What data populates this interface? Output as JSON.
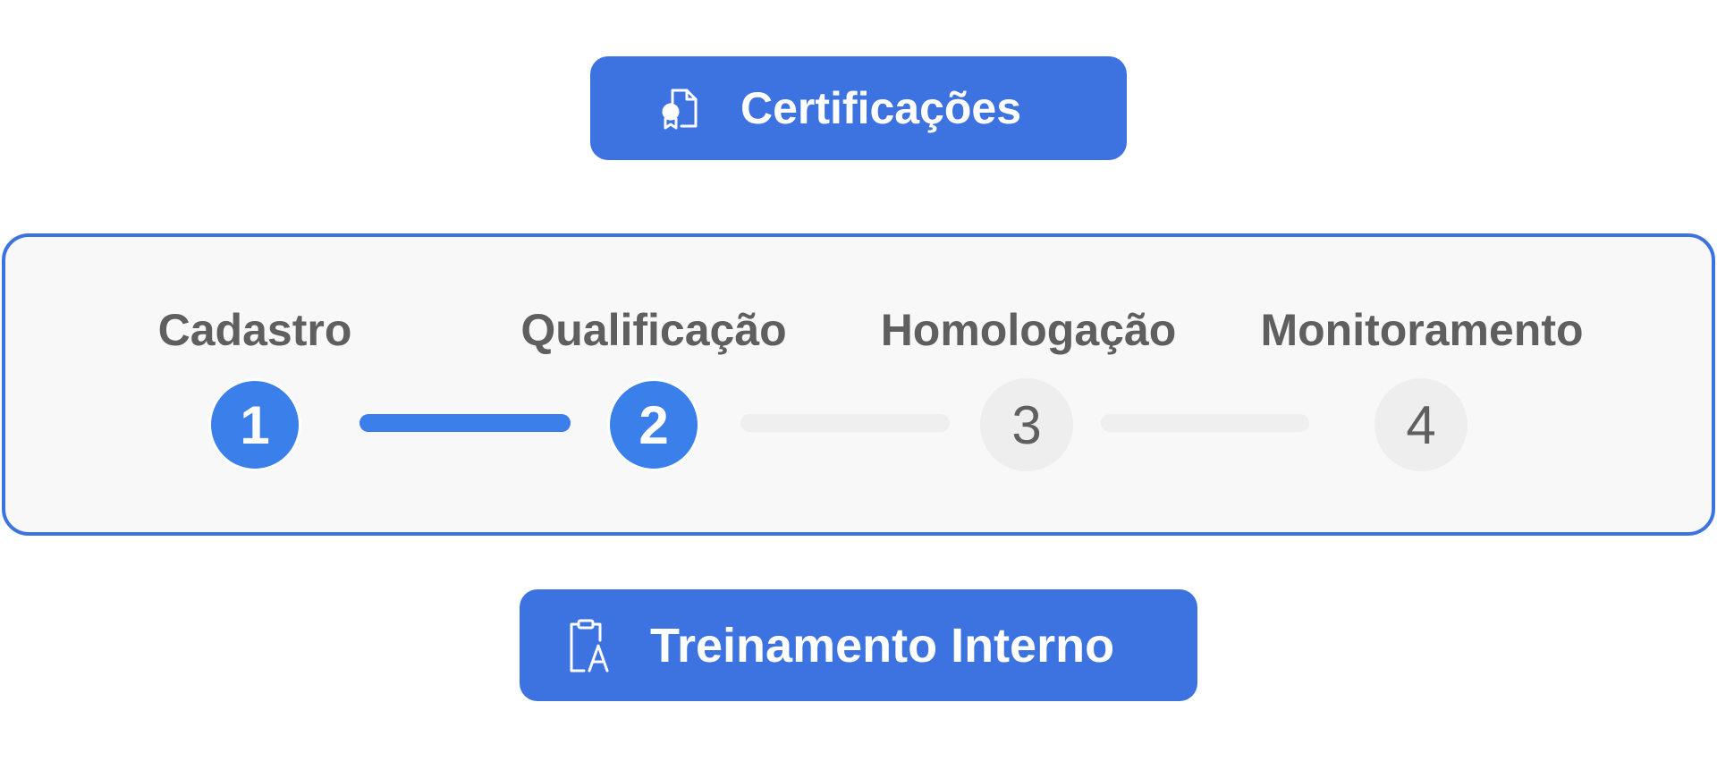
{
  "top_button": {
    "label": "Certificações",
    "icon": "certificate-document-icon"
  },
  "stepper": {
    "steps": [
      {
        "number": "1",
        "label": "Cadastro",
        "state": "active"
      },
      {
        "number": "2",
        "label": "Qualificação",
        "state": "active"
      },
      {
        "number": "3",
        "label": "Homologação",
        "state": "inactive"
      },
      {
        "number": "4",
        "label": "Monitoramento",
        "state": "inactive"
      }
    ],
    "current_step": 2,
    "total_steps": 4
  },
  "bottom_button": {
    "label": "Treinamento Interno",
    "icon": "clipboard-letter-icon"
  },
  "colors": {
    "button_bg": "#3d73e1",
    "active_step": "#3b80ea",
    "inactive_step": "#eeeeee",
    "label_text": "#5f5f5f",
    "panel_bg": "#f8f8f8"
  }
}
